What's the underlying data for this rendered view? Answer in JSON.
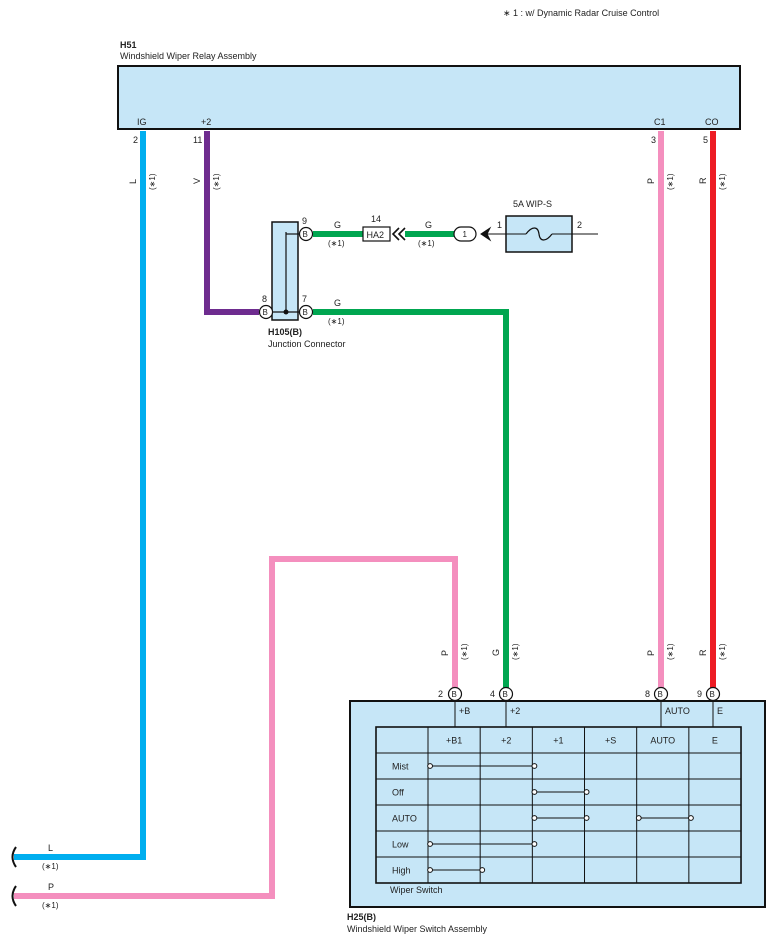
{
  "note": "∗ 1 : w/ Dynamic Radar Cruise Control",
  "option_marker": "(∗1)",
  "colors": {
    "L": "#00aeef",
    "V": "#6e2c8f",
    "G": "#00a650",
    "P": "#f48fbe",
    "R": "#ed1c24",
    "component_fill": "#c6e6f7"
  },
  "relay": {
    "code": "H51",
    "name": "Windshield Wiper Relay Assembly",
    "terminals": [
      {
        "name": "IG",
        "pin": "2"
      },
      {
        "name": "+2",
        "pin": "11"
      },
      {
        "name": "C1",
        "pin": "3"
      },
      {
        "name": "CO",
        "pin": "5"
      }
    ]
  },
  "junction": {
    "code": "H105(B)",
    "name": "Junction Connector",
    "pins": [
      {
        "pin": "9",
        "label": "B"
      },
      {
        "pin": "8",
        "label": "B"
      },
      {
        "pin": "7",
        "label": "B"
      }
    ]
  },
  "connector_ha2": {
    "code": "HA2",
    "pin": "14"
  },
  "inline_connector": {
    "label": "1",
    "pin": "1"
  },
  "fuse": {
    "name": "5A WIP-S",
    "pin_in": "1",
    "pin_out": "2"
  },
  "wire_labels": {
    "l_relay": "L",
    "v_relay": "V",
    "g_ha2": "G",
    "g_fuse": "G",
    "g_junction": "G",
    "p_relay": "P",
    "r_relay": "R",
    "p_switch": "P",
    "g_switch": "G",
    "p_switch2": "P",
    "r_switch": "R",
    "l_exit": "L",
    "p_exit": "P"
  },
  "switch": {
    "code": "H25(B)",
    "name": "Windshield Wiper Switch Assembly",
    "inner_label": "Wiper Switch",
    "pins": [
      {
        "pin": "2",
        "label": "B",
        "terminal": "+B"
      },
      {
        "pin": "4",
        "label": "B",
        "terminal": "+2"
      },
      {
        "pin": "8",
        "label": "B",
        "terminal": "AUTO"
      },
      {
        "pin": "9",
        "label": "B",
        "terminal": "E"
      }
    ],
    "table": {
      "columns": [
        "+B1",
        "+2",
        "+1",
        "+S",
        "AUTO",
        "E"
      ],
      "rows": [
        {
          "label": "Mist",
          "connections": [
            [
              0,
              2
            ]
          ]
        },
        {
          "label": "Off",
          "connections": [
            [
              2,
              3
            ]
          ]
        },
        {
          "label": "AUTO",
          "connections": [
            [
              2,
              3
            ],
            [
              4,
              5
            ]
          ]
        },
        {
          "label": "Low",
          "connections": [
            [
              0,
              2
            ]
          ]
        },
        {
          "label": "High",
          "connections": [
            [
              0,
              1
            ]
          ]
        }
      ]
    }
  }
}
